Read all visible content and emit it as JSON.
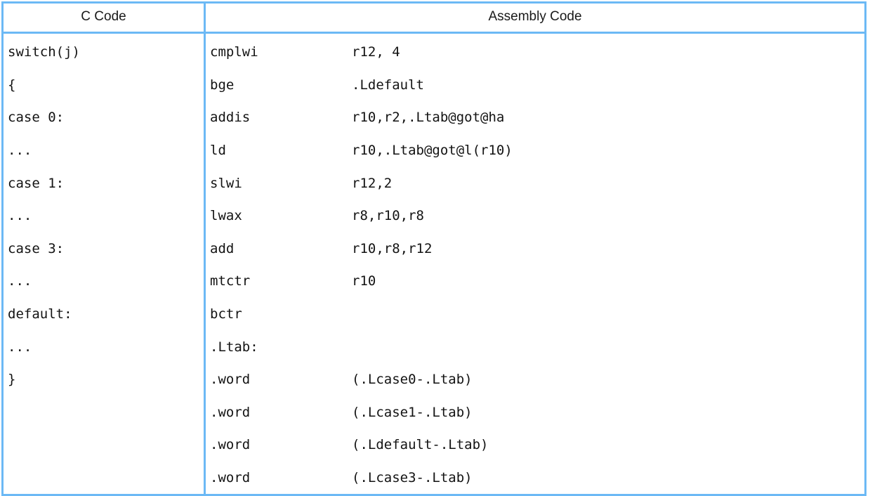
{
  "table": {
    "headers": {
      "c_code": "C Code",
      "assembly_code": "Assembly Code"
    },
    "border_color": "#6cb9f5",
    "text_color": "#131313",
    "rows": [
      {
        "c": "switch(j)",
        "mnemonic": "cmplwi",
        "operand": "r12, 4"
      },
      {
        "c": "{",
        "mnemonic": "bge",
        "operand": ".Ldefault"
      },
      {
        "c": "case 0:",
        "mnemonic": "addis",
        "operand": "r10,r2,.Ltab@got@ha"
      },
      {
        "c": "...",
        "mnemonic": "ld",
        "operand": "r10,.Ltab@got@l(r10)"
      },
      {
        "c": "case 1:",
        "mnemonic": "slwi",
        "operand": "r12,2"
      },
      {
        "c": "...",
        "mnemonic": "lwax",
        "operand": "r8,r10,r8"
      },
      {
        "c": "case 3:",
        "mnemonic": "add",
        "operand": "r10,r8,r12"
      },
      {
        "c": "...",
        "mnemonic": "mtctr",
        "operand": "r10"
      },
      {
        "c": "default:",
        "mnemonic": "bctr",
        "operand": ""
      },
      {
        "c": "...",
        "mnemonic": ".Ltab:",
        "operand": ""
      },
      {
        "c": "}",
        "mnemonic": ".word",
        "operand": "(.Lcase0-.Ltab)"
      },
      {
        "c": "",
        "mnemonic": ".word",
        "operand": "(.Lcase1-.Ltab)"
      },
      {
        "c": "",
        "mnemonic": ".word",
        "operand": "(.Ldefault-.Ltab)"
      },
      {
        "c": "",
        "mnemonic": ".word",
        "operand": "(.Lcase3-.Ltab)"
      }
    ]
  }
}
